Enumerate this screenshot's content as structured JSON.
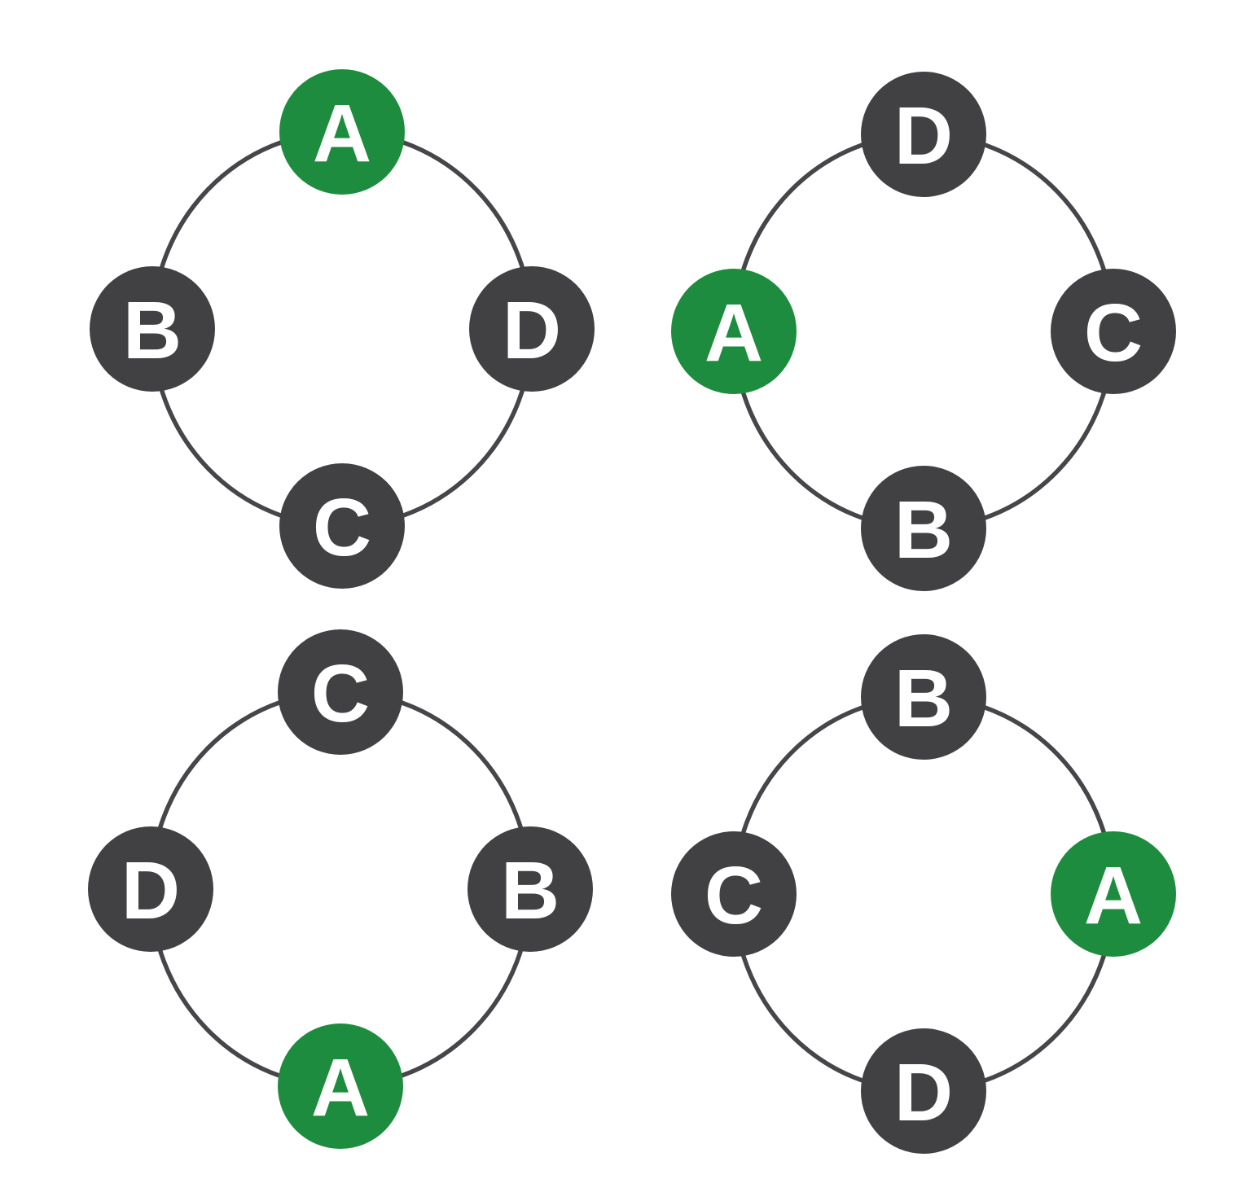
{
  "colors": {
    "background": "#ffffff",
    "ring_stroke": "#46464a",
    "node_fill": "#414143",
    "highlight_fill": "#1e8c3e",
    "label_color": "#ffffff"
  },
  "diagrams": [
    {
      "id": "top-left",
      "nodes": [
        {
          "label": "A",
          "position": "top",
          "highlighted": true
        },
        {
          "label": "D",
          "position": "right",
          "highlighted": false
        },
        {
          "label": "C",
          "position": "bottom",
          "highlighted": false
        },
        {
          "label": "B",
          "position": "left",
          "highlighted": false
        }
      ]
    },
    {
      "id": "top-right",
      "nodes": [
        {
          "label": "D",
          "position": "top",
          "highlighted": false
        },
        {
          "label": "C",
          "position": "right",
          "highlighted": false
        },
        {
          "label": "B",
          "position": "bottom",
          "highlighted": false
        },
        {
          "label": "A",
          "position": "left",
          "highlighted": true
        }
      ]
    },
    {
      "id": "bottom-left",
      "nodes": [
        {
          "label": "C",
          "position": "top",
          "highlighted": false
        },
        {
          "label": "B",
          "position": "right",
          "highlighted": false
        },
        {
          "label": "A",
          "position": "bottom",
          "highlighted": true
        },
        {
          "label": "D",
          "position": "left",
          "highlighted": false
        }
      ]
    },
    {
      "id": "bottom-right",
      "nodes": [
        {
          "label": "B",
          "position": "top",
          "highlighted": false
        },
        {
          "label": "A",
          "position": "right",
          "highlighted": true
        },
        {
          "label": "D",
          "position": "bottom",
          "highlighted": false
        },
        {
          "label": "C",
          "position": "left",
          "highlighted": false
        }
      ]
    }
  ]
}
